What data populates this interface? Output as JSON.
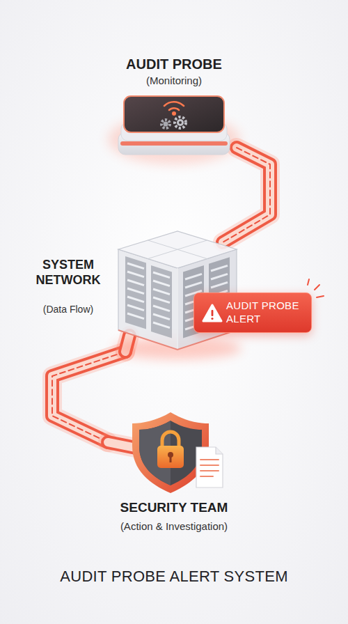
{
  "diagram": {
    "title": "AUDIT PROBE ALERT SYSTEM",
    "nodes": [
      {
        "text": [
          "AUDIT PROBE",
          "(Monitoring)"
        ]
      },
      {
        "text": [
          "SYSTEM NETWORK",
          "(Data Flow)"
        ]
      },
      {
        "text": [
          "AUDIT PROBE ALERT"
        ]
      },
      {
        "text": [
          "SECURITY TEAM",
          "(Action & Investigation)"
        ]
      }
    ],
    "edges": [
      {
        "from": 0,
        "to": 1,
        "arrow": "none"
      },
      {
        "from": 1,
        "to": 3,
        "arrow": "none"
      }
    ]
  }
}
